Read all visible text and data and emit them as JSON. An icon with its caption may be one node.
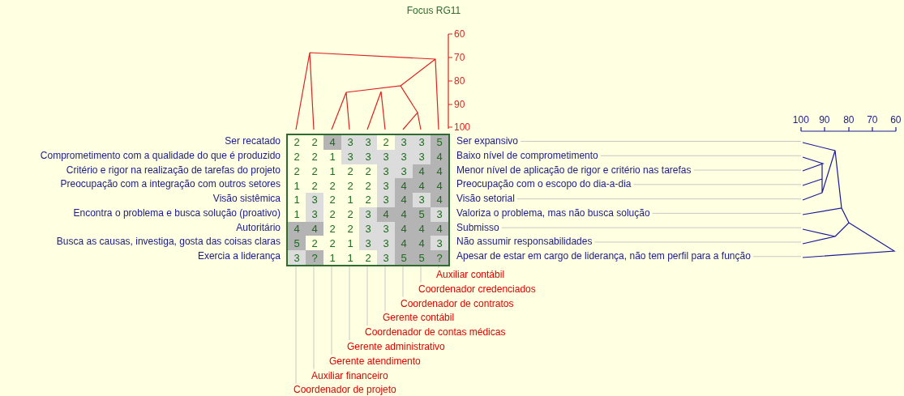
{
  "diagram": {
    "title": "Focus RG11",
    "labels": [
      "60",
      "70",
      "80",
      "90",
      "100",
      "Ser recatado",
      "Comprometimento com a qualidade do que é produzido",
      "Critério e rigor na realização de tarefas do projeto",
      "Preocupação com a integração com outros setores",
      "Visão sistêmica",
      "Encontra o problema e busca solução (proativo)",
      "Autoritário",
      "Busca as causas, investiga, gosta das coisas claras",
      "Exercia a liderança",
      "2",
      "2",
      "4",
      "3",
      "3",
      "2",
      "3",
      "3",
      "5",
      "2",
      "2",
      "1",
      "3",
      "3",
      "3",
      "3",
      "3",
      "4",
      "2",
      "2",
      "1",
      "2",
      "2",
      "3",
      "3",
      "4",
      "4",
      "1",
      "2",
      "2",
      "2",
      "2",
      "3",
      "4",
      "4",
      "4",
      "1",
      "3",
      "2",
      "1",
      "2",
      "3",
      "4",
      "3",
      "4",
      "1",
      "3",
      "2",
      "2",
      "3",
      "4",
      "4",
      "5",
      "3",
      "4",
      "4",
      "2",
      "2",
      "3",
      "3",
      "4",
      "4",
      "4",
      "5",
      "2",
      "2",
      "1",
      "3",
      "3",
      "4",
      "4",
      "3",
      "3",
      "?",
      "1",
      "1",
      "2",
      "3",
      "5",
      "5",
      "?",
      "Ser expansivo",
      "Baixo nível de comprometimento",
      "Menor nível de aplicação de rigor e critério nas tarefas",
      "Preocupação com o escopo do dia-a-dia",
      "Visão setorial",
      "Valoriza o problema, mas não busca solução",
      "Submisso",
      "Não assumir responsabilidades",
      "Apesar de estar em cargo de liderança, não tem perfil para a função",
      "100",
      "90",
      "80",
      "70",
      "60",
      "Auxiliar contábil",
      "Coordenador credenciados",
      "Coordenador de contratos",
      "Gerente contábil",
      "Coordenador de contas médicas",
      "Gerente administrativo",
      "Gerente atendimento",
      "Auxiliar financeiro",
      "Coordenador de projeto"
    ]
  }
}
